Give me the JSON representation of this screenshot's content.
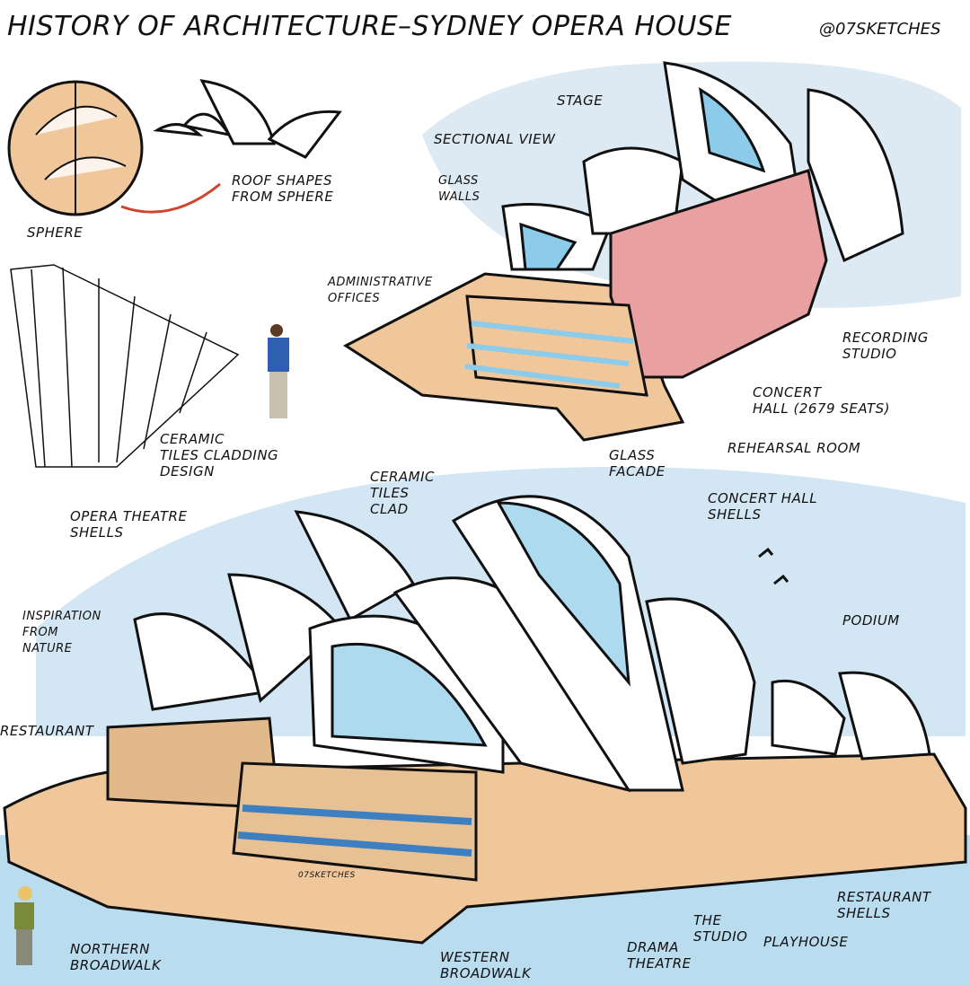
{
  "title": "HISTORY OF ARCHITECTURE–SYDNEY OPERA HOUSE",
  "handle": "@07SKETCHES",
  "concept": {
    "sphere": "SPHERE",
    "roof_shapes": "ROOF SHAPES\nFROM SPHERE",
    "tiles": "CERAMIC\nTILES CLADDING\nDESIGN"
  },
  "section": {
    "sectional_view": "SECTIONAL VIEW",
    "stage": "STAGE",
    "glass_walls": "GLASS\nWALLS",
    "admin": "ADMINISTRATIVE\nOFFICES",
    "recording": "RECORDING\nSTUDIO",
    "concert_hall": "CONCERT\nHALL (2679 SEATS)",
    "rehearsal": "REHEARSAL ROOM"
  },
  "building": {
    "ceramic_clad": "CERAMIC\nTILES\nCLAD",
    "glass_facade": "GLASS\nFACADE",
    "concert_shells": "CONCERT HALL\nSHELLS",
    "opera_shells": "OPERA THEATRE\nSHELLS",
    "inspiration": "INSPIRATION\nFROM\nNATURE",
    "podium": "PODIUM",
    "restaurant": "RESTAURANT",
    "northern": "NORTHERN\nBROADWALK",
    "western": "WESTERN\nBROADWALK",
    "drama": "DRAMA\nTHEATRE",
    "studio": "THE\nSTUDIO",
    "playhouse": "PLAYHOUSE",
    "restaurant_shells": "RESTAURANT\nSHELLS",
    "watermark": "07SKETCHES"
  },
  "colors": {
    "sky": "#cfe3f1",
    "tan": "#f0c79a",
    "glass": "#8ccbea",
    "red": "#e9a0a0",
    "water": "#b9dcef"
  }
}
